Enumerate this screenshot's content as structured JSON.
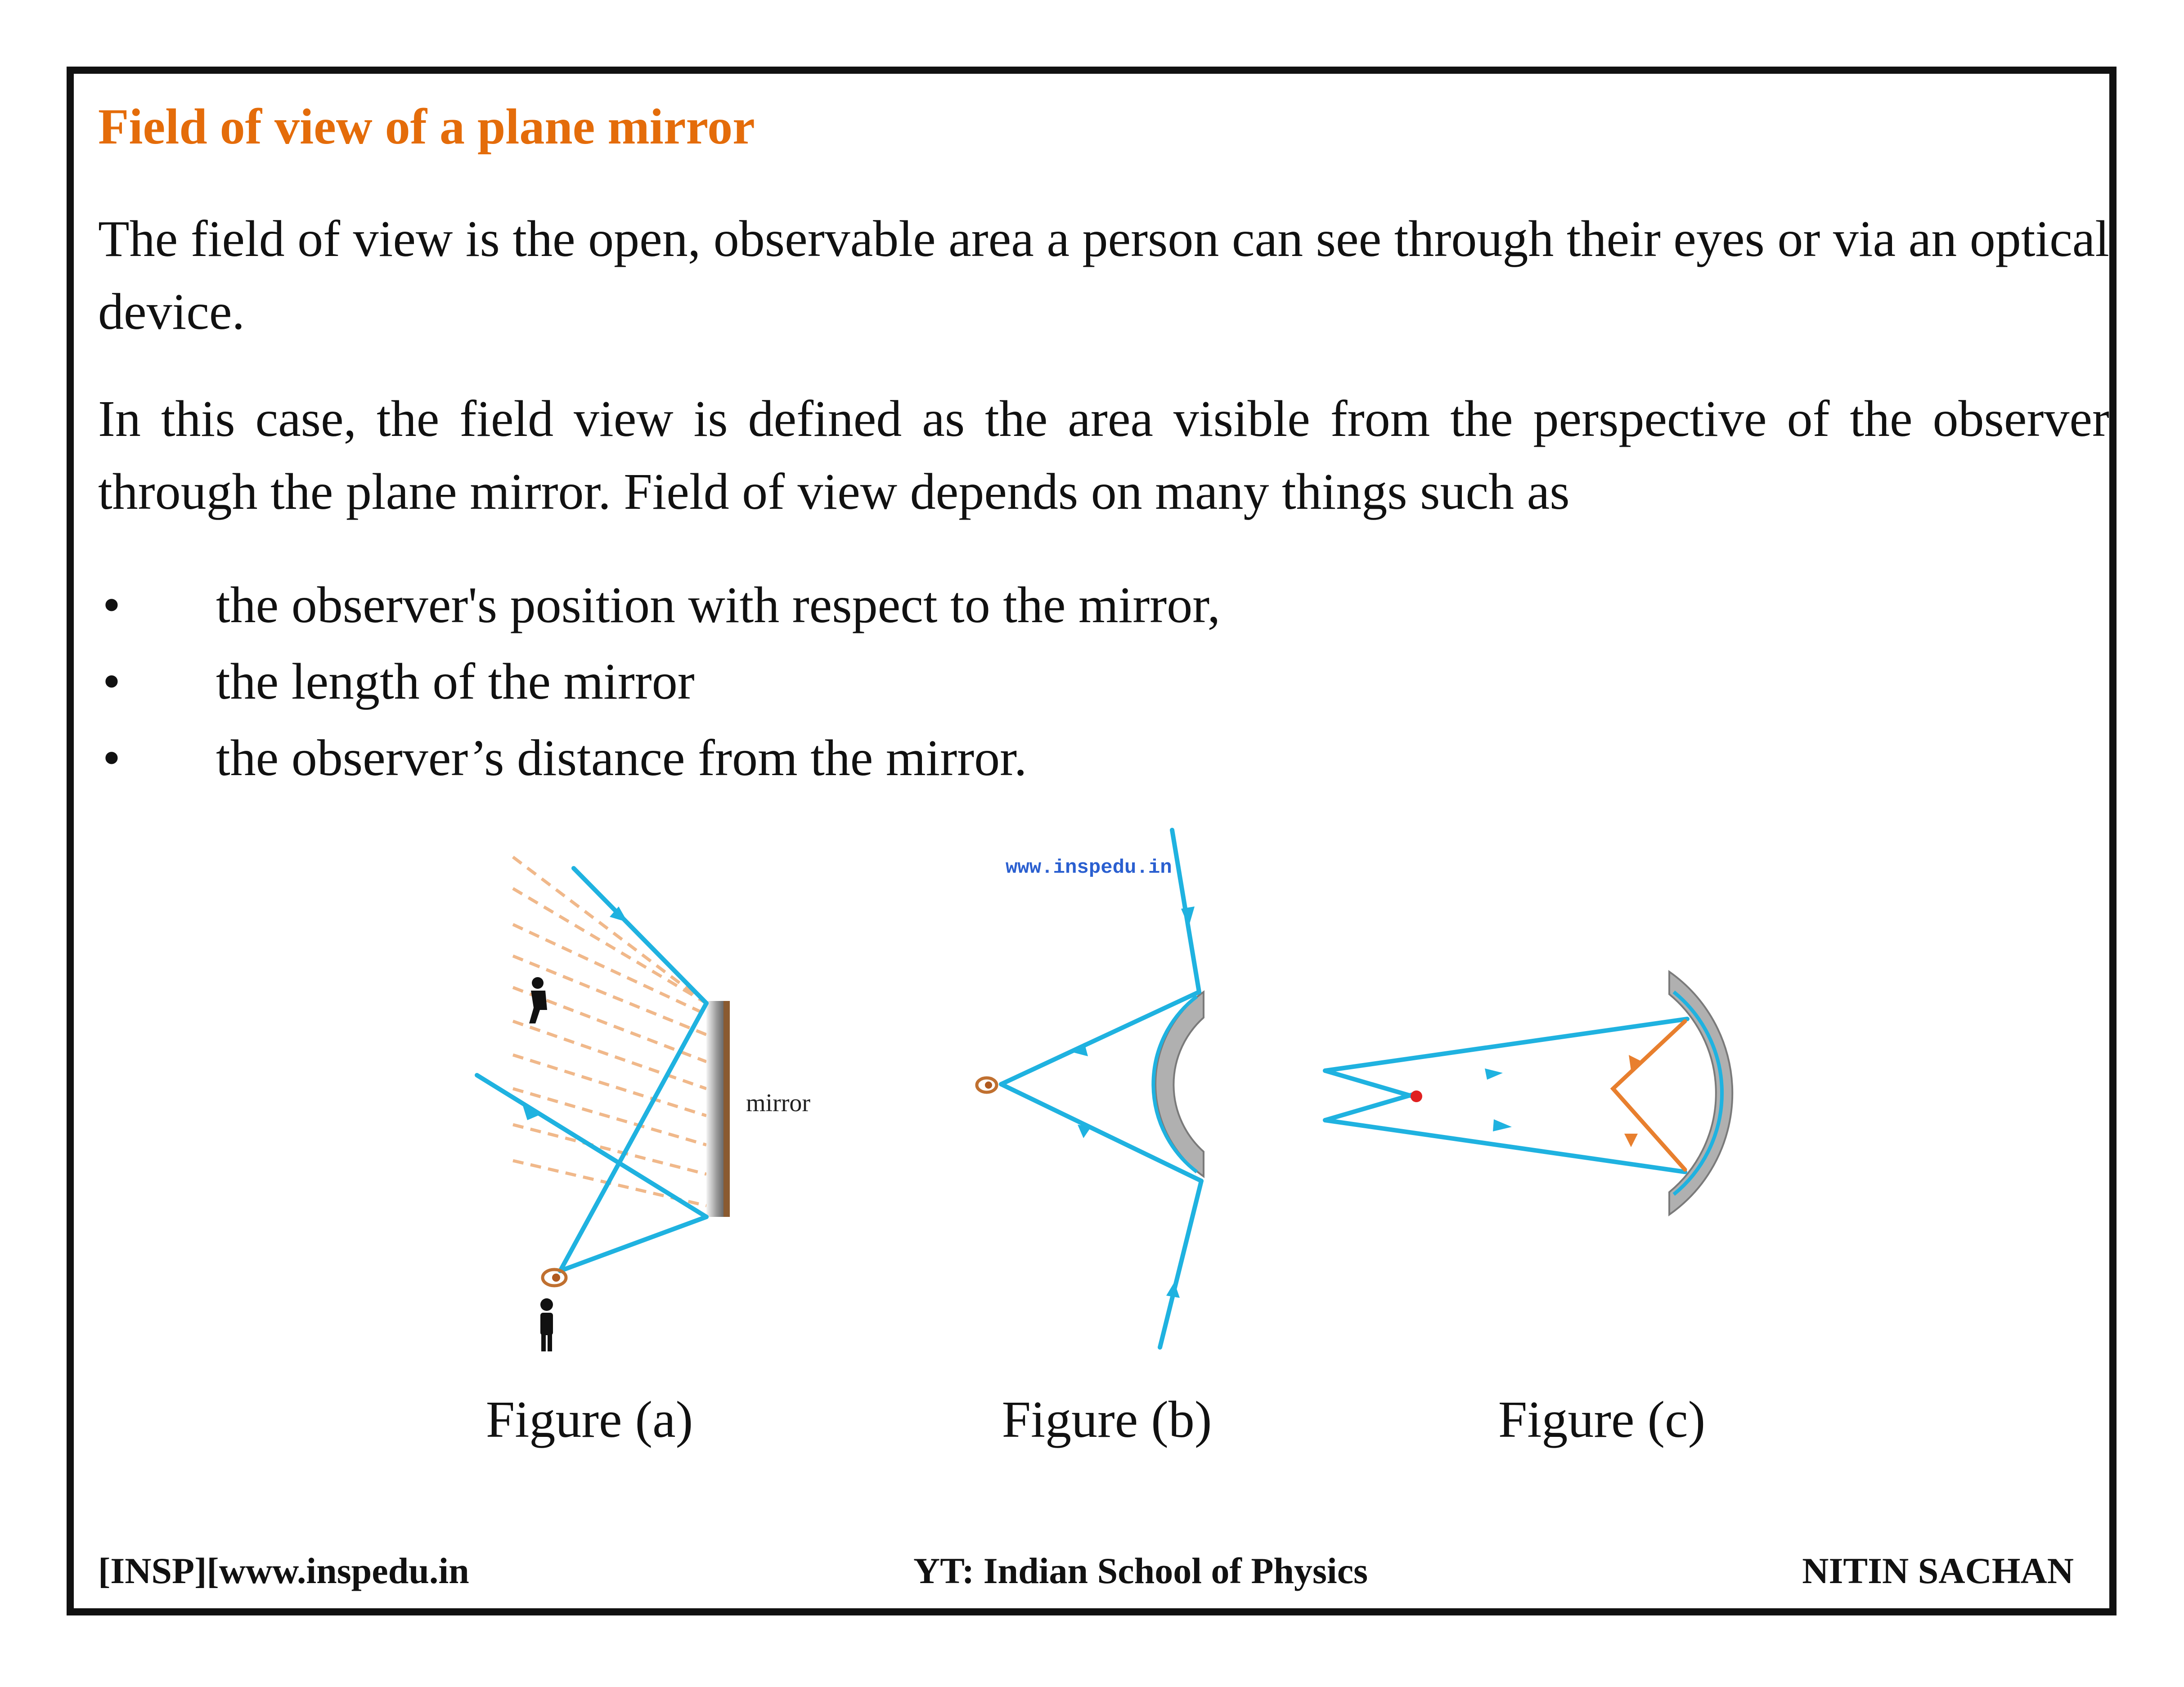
{
  "title": "Field of view of a plane mirror",
  "paragraphs": [
    "The field of view is the open, observable area a person can see through their eyes or via an optical device.",
    "In this case, the field view is defined as the area visible from the perspective of the observer through the plane mirror. Field of view depends on many things such as"
  ],
  "bullets": [
    "the observer's position with respect to the mirror,",
    "the length of the mirror",
    "the observer’s distance from the mirror."
  ],
  "bullet_symbol": "•",
  "figures": {
    "mirror_label": "mirror",
    "watermark": "www.inspedu.in",
    "captions": [
      "Figure (a)",
      "Figure (b)",
      "Figure (c)"
    ]
  },
  "footer": {
    "left": "[INSP][www.inspedu.in",
    "center": "YT: Indian School of Physics",
    "right": "NITIN SACHAN"
  },
  "colors": {
    "heading": "#e46c0a",
    "ray": "#1fb2e0",
    "field_dashes": "#f0b88a",
    "reflected_ray": "#e87f2e",
    "mirror": "#9a9a9a",
    "mirror_back": "#8a5a30",
    "focus_dot": "#e02020"
  }
}
